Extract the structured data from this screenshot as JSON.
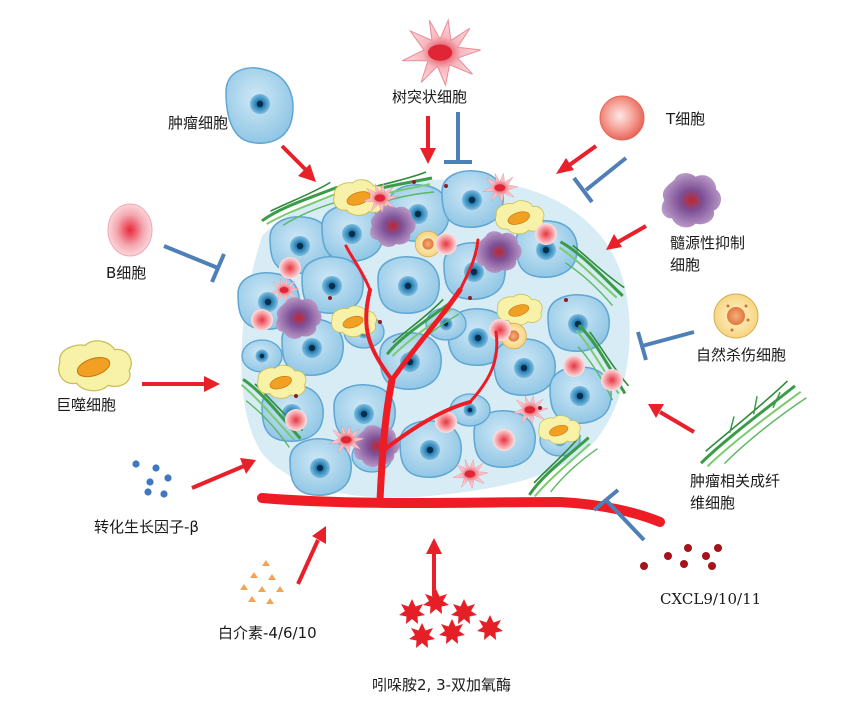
{
  "labels": {
    "tumor_cell": "肿瘤细胞",
    "dendritic_cell": "树突状细胞",
    "t_cell": "T细胞",
    "mdsc_line1": "髓源性抑制",
    "mdsc_line2": "细胞",
    "b_cell": "B细胞",
    "nk_cell": "自然杀伤细胞",
    "macrophage": "巨噬细胞",
    "caf_line1": "肿瘤相关成纤",
    "caf_line2": "维细胞",
    "tgf_beta": "转化生长因子-β",
    "cxcl": "CXCL9/10/11",
    "il": "白介素-4/6/10",
    "ido": "吲哚胺2, 3-双加氧酶"
  },
  "colors": {
    "promote_arrow": "#e8202a",
    "inhibit_arrow": "#4f7fb8",
    "tumor_cell_fill": "#a9d3ea",
    "tumor_cell_stroke": "#6aaed6",
    "vessel": "#ee1c25",
    "fibroblast": "#3daa4a",
    "macrophage_fill": "#f7ef9c",
    "macrophage_core": "#f0a020",
    "nk_fill": "#fbe3a3",
    "mdsc_fill": "#9b6ea8",
    "dendritic_fill": "#f3b8bf",
    "tgf_dot": "#3f77c0",
    "cxcl_dot": "#a3151a",
    "il_triangle": "#f2a455",
    "ido_star": "#e61e26"
  },
  "arrows": [
    {
      "from": "tumor_cell",
      "type": "promote"
    },
    {
      "from": "dendritic_cell",
      "type": "promote"
    },
    {
      "from": "dendritic_cell",
      "type": "inhibit"
    },
    {
      "from": "t_cell",
      "type": "promote"
    },
    {
      "from": "t_cell",
      "type": "inhibit"
    },
    {
      "from": "mdsc",
      "type": "promote"
    },
    {
      "from": "b_cell",
      "type": "inhibit"
    },
    {
      "from": "nk_cell",
      "type": "inhibit"
    },
    {
      "from": "macrophage",
      "type": "promote"
    },
    {
      "from": "caf",
      "type": "promote"
    },
    {
      "from": "tgf_beta",
      "type": "promote"
    },
    {
      "from": "cxcl",
      "type": "inhibit"
    },
    {
      "from": "il",
      "type": "promote"
    },
    {
      "from": "ido",
      "type": "promote"
    }
  ]
}
